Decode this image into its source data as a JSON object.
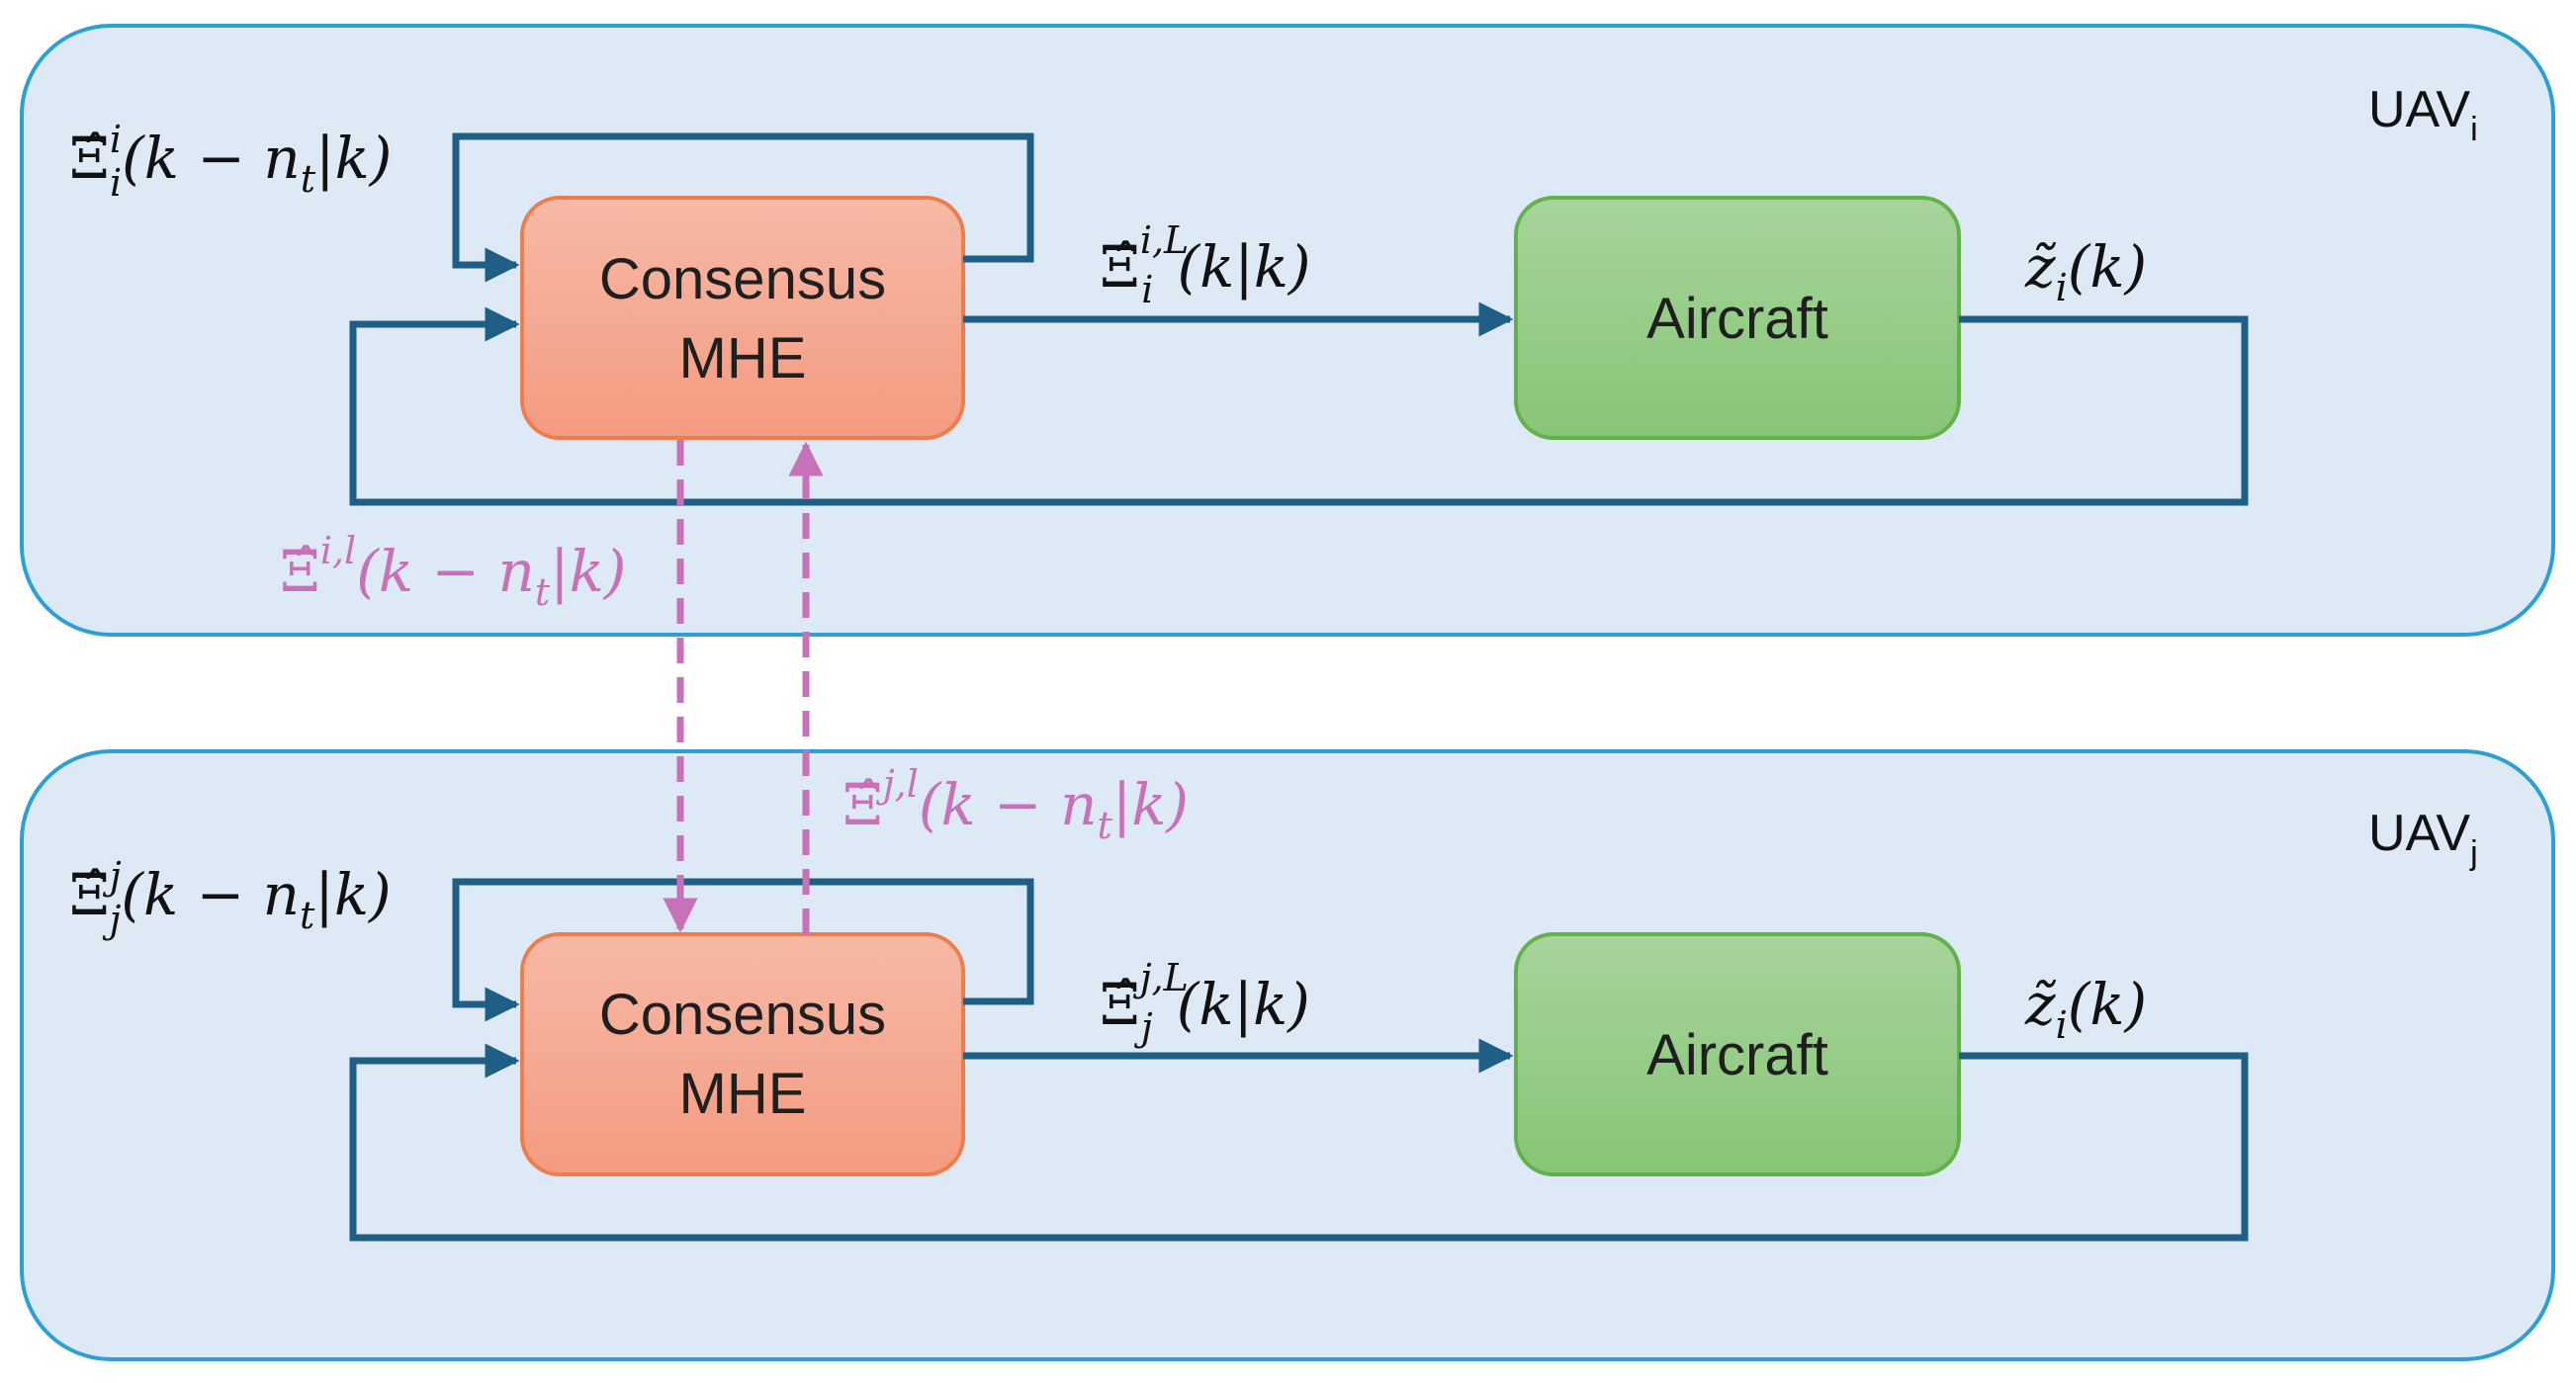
{
  "panels": [
    {
      "uav_label": "UAV",
      "uav_sub": "i",
      "mhe_line1": "Consensus",
      "mhe_line2": "MHE",
      "aircraft": "Aircraft",
      "feedback_label": {
        "base": "Ξ̂",
        "sup": "i",
        "sub": "i",
        "tail": "(k − n",
        "tail_sub": "t",
        "tail_end": "|k)"
      },
      "output_label": {
        "base": "Ξ̂",
        "sup": "i,L",
        "sub": "i",
        "tail": "(k|k)"
      },
      "measurement_label": {
        "base": "z̃",
        "sub": "i",
        "tail": "(k)"
      }
    },
    {
      "uav_label": "UAV",
      "uav_sub": "j",
      "mhe_line1": "Consensus",
      "mhe_line2": "MHE",
      "aircraft": "Aircraft",
      "feedback_label": {
        "base": "Ξ̂",
        "sup": "j",
        "sub": "j",
        "tail": "(k − n",
        "tail_sub": "t",
        "tail_end": "|k)"
      },
      "output_label": {
        "base": "Ξ̂",
        "sup": "j,L",
        "sub": "j",
        "tail": "(k|k)"
      },
      "measurement_label": {
        "base": "z̃",
        "sub": "i",
        "tail": "(k)"
      }
    }
  ],
  "exchange": {
    "i_to_j": {
      "base": "Ξ̂",
      "sup": "i,l",
      "tail": "(k − n",
      "tail_sub": "t",
      "tail_end": "|k)"
    },
    "j_to_i": {
      "base": "Ξ̂",
      "sup": "j,l",
      "tail": "(k − n",
      "tail_sub": "t",
      "tail_end": "|k)"
    }
  },
  "colors": {
    "panel_fill": "#dde9f4",
    "panel_stroke": "#2b9fd6",
    "mhe_fill_top": "#f7b9a6",
    "mhe_fill_bottom": "#f39b80",
    "mhe_stroke": "#ee7d4e",
    "aircraft_fill_top": "#a7d49b",
    "aircraft_fill_bottom": "#86c576",
    "aircraft_stroke": "#62b14b",
    "arrow": "#1f5f86",
    "exchange": "#c771b9"
  }
}
